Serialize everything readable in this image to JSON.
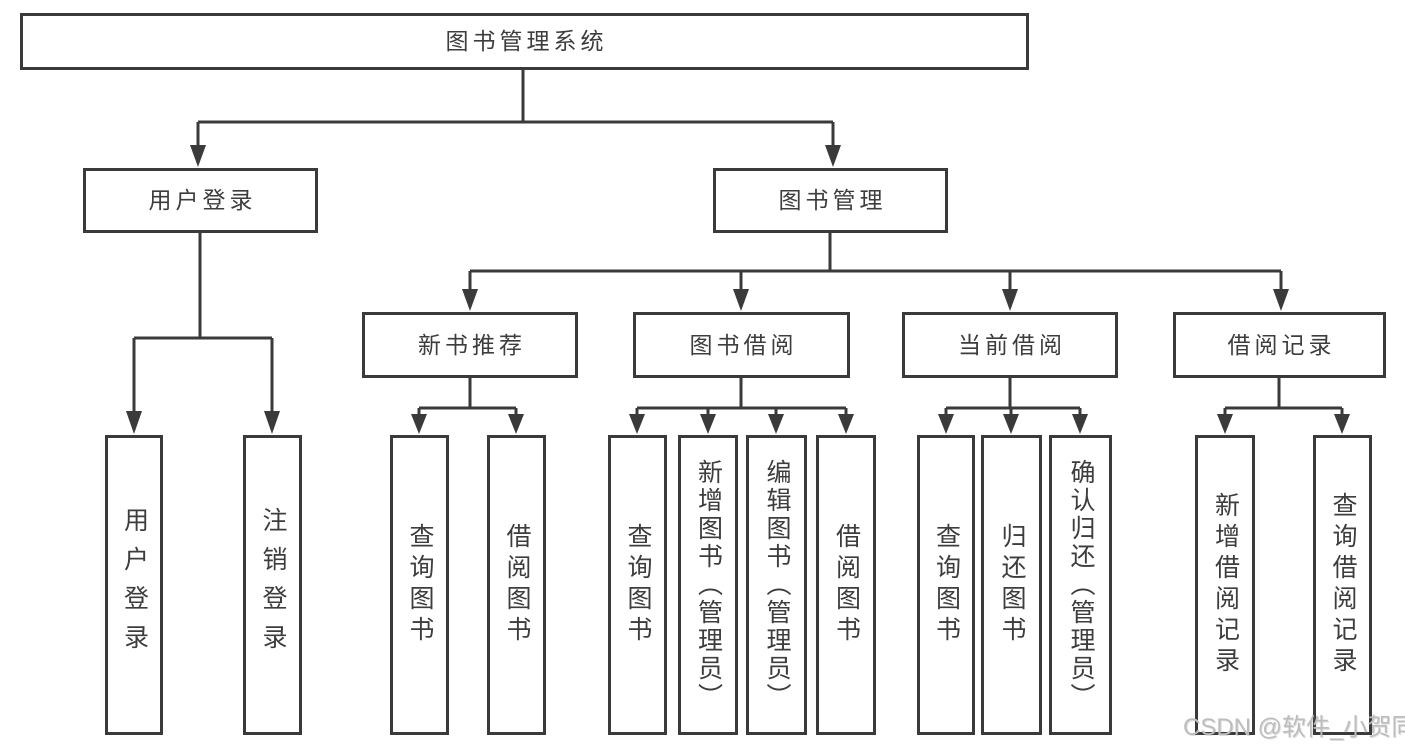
{
  "diagram": {
    "root": {
      "label": "图书管理系统"
    },
    "level2": [
      {
        "label": "用户登录",
        "children": [
          {
            "label": "用户登录"
          },
          {
            "label": "注销登录"
          }
        ]
      },
      {
        "label": "图书管理",
        "children": [
          {
            "label": "新书推荐",
            "children": [
              {
                "label": "查询图书"
              },
              {
                "label": "借阅图书"
              }
            ]
          },
          {
            "label": "图书借阅",
            "children": [
              {
                "label": "查询图书"
              },
              {
                "label": "新增图书（管理员）"
              },
              {
                "label": "编辑图书（管理员）"
              },
              {
                "label": "借阅图书"
              }
            ]
          },
          {
            "label": "当前借阅",
            "children": [
              {
                "label": "查询图书"
              },
              {
                "label": "归还图书"
              },
              {
                "label": "确认归还（管理员）"
              }
            ]
          },
          {
            "label": "借阅记录",
            "children": [
              {
                "label": "新增借阅记录"
              },
              {
                "label": "查询借阅记录"
              }
            ]
          }
        ]
      }
    ]
  },
  "watermark": {
    "text": "CSDN @软件_小贺同学"
  },
  "colors": {
    "line": "#3a3a3a",
    "text": "#3d3d3d",
    "watermark": "#bdbdbd",
    "background": "#ffffff"
  }
}
